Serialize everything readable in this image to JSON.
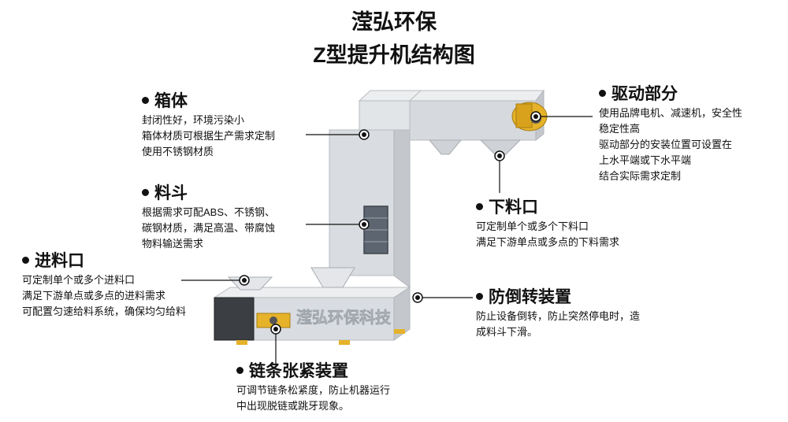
{
  "title": {
    "line1": "滢弘环保",
    "line2": "Z型提升机结构图"
  },
  "watermark": "滢弘环保科技",
  "labels": {
    "box": {
      "head": "箱体",
      "lines": [
        "封闭性好，环境污染小",
        "箱体材质可根据生产需求定制",
        "使用不锈钢材质"
      ]
    },
    "bucket": {
      "head": "料斗",
      "lines": [
        "根据需求可配ABS、不锈钢、",
        "碳钢材质，满足高温、带腐蚀",
        "物料输送需求"
      ]
    },
    "inlet": {
      "head": "进料口",
      "lines": [
        "可定制单个或多个进料口",
        "满足下游单点或多点的进料需求",
        "可配置匀速给料系统，确保均匀给料"
      ]
    },
    "drive": {
      "head": "驱动部分",
      "lines": [
        "使用品牌电机、减速机，安全性",
        "稳定性高",
        "驱动部分的安装位置可设置在",
        "上水平端或下水平端",
        "结合实际需求定制"
      ]
    },
    "outlet": {
      "head": "下料口",
      "lines": [
        "可定制单个或多个下料口",
        "满足下游单点或多点的下料需求"
      ]
    },
    "antireverse": {
      "head": "防倒转装置",
      "lines": [
        "防止设备倒转，防止突然停电时，造",
        "成料斗下滑。"
      ]
    },
    "tensioner": {
      "head": "链条张紧装置",
      "lines": [
        "可调节链条松紧度，防止机器运行",
        "中出现脱链或跳牙现象。"
      ]
    }
  },
  "colors": {
    "casing": "#dcdfe3",
    "casing_shade": "#c2c6cb",
    "accent_yellow": "#e5b22a",
    "text": "#111111"
  }
}
